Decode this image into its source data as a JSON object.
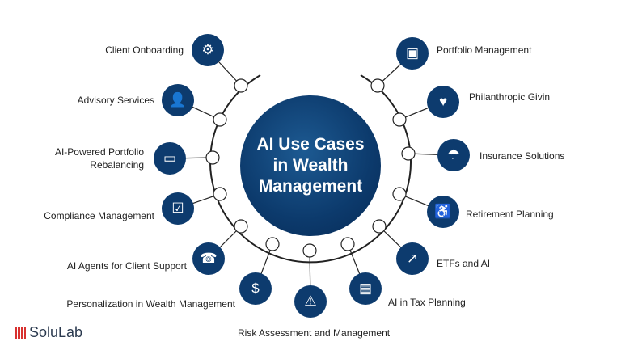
{
  "title": "AI Use Cases in Wealth Management",
  "items": [
    {
      "label": "Client Onboarding",
      "icon": "users-gear-icon"
    },
    {
      "label": "Advisory Services",
      "icon": "advisor-icon"
    },
    {
      "label": "AI-Powered Portfolio Rebalancing",
      "icon": "folder-icon"
    },
    {
      "label": "Compliance Management",
      "icon": "checklist-icon"
    },
    {
      "label": "AI Agents for Client Support",
      "icon": "support-agent-icon"
    },
    {
      "label": "Personalization in Wealth Management",
      "icon": "hand-money-icon"
    },
    {
      "label": "Risk Assessment and Management",
      "icon": "risk-document-icon"
    },
    {
      "label": "AI in Tax Planning",
      "icon": "tax-document-icon"
    },
    {
      "label": "ETFs and AI",
      "icon": "chart-hand-icon"
    },
    {
      "label": "Retirement Planning",
      "icon": "rocking-chair-icon"
    },
    {
      "label": "Insurance Solutions",
      "icon": "umbrella-icon"
    },
    {
      "label": "Philanthropic Givin",
      "icon": "donation-icon"
    },
    {
      "label": "Portfolio Management",
      "icon": "portfolio-icon"
    }
  ],
  "logo": "SoluLab",
  "colors": {
    "navy": "#0d3b6e",
    "logo_red": "#d8312f"
  }
}
